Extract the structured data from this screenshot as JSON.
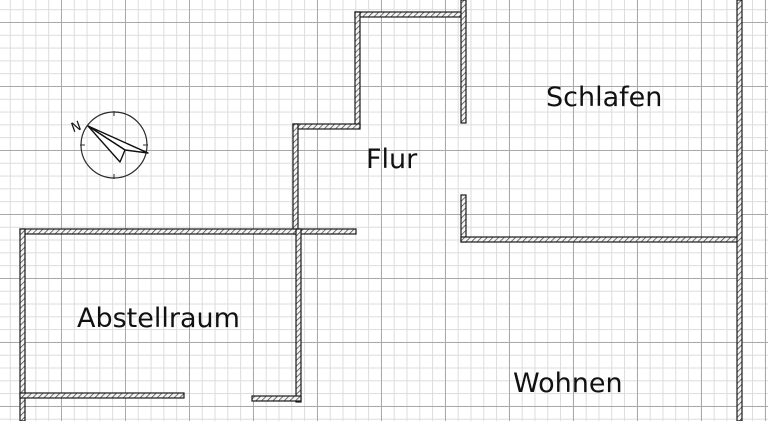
{
  "floor_plan": {
    "rooms": [
      {
        "id": "schlafen",
        "label": "Schlafen"
      },
      {
        "id": "flur",
        "label": "Flur"
      },
      {
        "id": "abstellraum",
        "label": "Abstellraum"
      },
      {
        "id": "wohnen",
        "label": "Wohnen"
      }
    ],
    "compass": {
      "icon": "north-arrow-icon",
      "north_letter": "N"
    }
  }
}
